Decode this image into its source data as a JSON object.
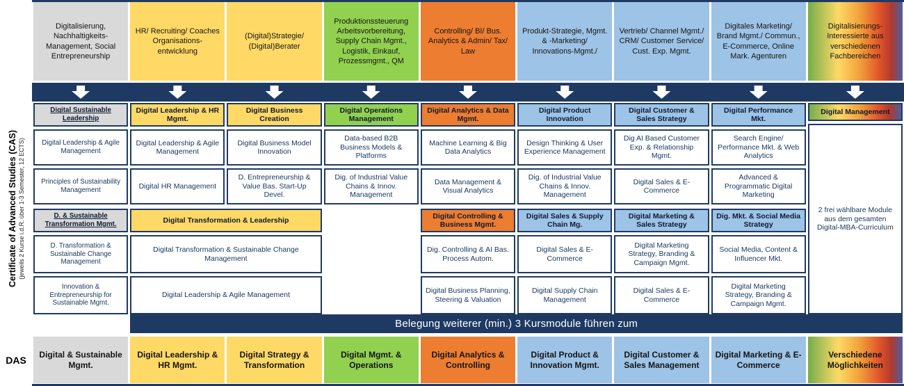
{
  "colors": {
    "navy": "#1e3a63",
    "gray": "#d9d9d9",
    "yellow": "#ffd966",
    "green": "#92d050",
    "orange": "#ed7d31",
    "blue": "#9dc3e6",
    "text": "#17365d",
    "rainbow": [
      "#76ad4b",
      "#ffd966 32%",
      "#f0a03a 55%",
      "#e2552a 75%",
      "#b03a2e 88%",
      "#4a5fa5"
    ]
  },
  "left": {
    "cas_title": "Certificate of Advanced Studies (CAS)",
    "cas_subtitle": "(jeweils 2 Kurse i.d.R. über 1-3 Semester, 12 ECTS)",
    "das_label": "DAS"
  },
  "headers": [
    {
      "label": "Digitalisierung, Nachhaltigkeits-Management, Social Entrepreneurship",
      "color": "gray"
    },
    {
      "label": "HR/ Recruiting/ Coaches Organisations-entwicklung",
      "color": "yellow"
    },
    {
      "label": "(Digital)Strategie/ (Digital)Berater",
      "color": "yellow"
    },
    {
      "label": "Produktionssteuerung Arbeitsvorbereitung, Supply Chain Mgmt., Logistik, Einkauf, Prozessmgmt., QM",
      "color": "green"
    },
    {
      "label": "Controlling/ BI/ Bus. Analytics & Admin/ Tax/ Law",
      "color": "orange"
    },
    {
      "label": "Produkt-Strategie, Mgmt. & -Marketing/ Innovations-Mgmt./",
      "color": "blue"
    },
    {
      "label": "Vertrieb/ Channel Mgmt./ CRM/ Customer Service/ Cust. Exp. Mgmt.",
      "color": "blue"
    },
    {
      "label": "Digitales Marketing/ Brand Mgmt./ Commun., E-Commerce, Online Mark. Agenturen",
      "color": "blue"
    },
    {
      "label": "Digitalisierungs-Interessierte aus verschiedenen Fachbereichen",
      "color": "rainbow"
    }
  ],
  "groups": [
    {
      "title": "Digital Sustainable Leadership",
      "courses": [
        "Digital Leadership & Agile Management",
        "Principles of Sustainability Management"
      ],
      "color": "gray"
    },
    {
      "title": "D. & Sustainable Transformation Mgmt.",
      "courses": [
        "D. Transformation & Sustainable Change Management",
        "Innovation & Entrepreneurship for Sustainable Mgmt."
      ],
      "color": "gray"
    },
    {
      "title": "Digital Leadership & HR Mgmt.",
      "courses": [
        "Digital Leadership & Agile Management",
        "Digital HR Management"
      ],
      "color": "yellow"
    },
    {
      "title": "Digital Business Creation",
      "courses": [
        "Digital Business Model Innovation",
        "D. Entrepreneurship & Value Bas. Start-Up Devel."
      ],
      "color": "yellow"
    },
    {
      "title": "Digital Transformation & Leadership",
      "courses": [
        "Digital Transformation & Sustainable Change Management",
        "Digital Leadership & Agile Management"
      ],
      "color": "yellow"
    },
    {
      "title": "Digital Operations Management",
      "courses": [
        "Data-based B2B Business Models & Platforms",
        "Dig. of Industrial Value Chains & Innov. Management"
      ],
      "color": "green"
    },
    {
      "title": "Digital Analytics & Data Mgmt.",
      "courses": [
        "Machine Learning & Big Data Analytics",
        "Data Management & Visual Analytics"
      ],
      "color": "orange"
    },
    {
      "title": "Digital Controlling & Business Mgmt.",
      "courses": [
        "Dig. Controlling & AI Bas. Process Autom.",
        "Digital Business Planning, Steering & Valuation"
      ],
      "color": "orange"
    },
    {
      "title": "Digital Product Innovation",
      "courses": [
        "Design Thinking & User Experience Management",
        "Dig. of Industrial Value Chains & Innov. Management"
      ],
      "color": "blue"
    },
    {
      "title": "Digital Sales & Supply Chain Mg.",
      "courses": [
        "Digital Sales & E-Commerce",
        "Digital Supply Chain Management"
      ],
      "color": "blue"
    },
    {
      "title": "Digital Customer & Sales Strategy",
      "courses": [
        "Dig AI Based Customer Exp. & Relationship Mgmt.",
        "Digital Sales & E-Commerce"
      ],
      "color": "blue"
    },
    {
      "title": "Digital Marketing & Sales Strategy",
      "courses": [
        "Digital Marketing Strategy, Branding & Campaign Mgmt.",
        "Digital Sales & E-Commerce"
      ],
      "color": "blue"
    },
    {
      "title": "Digital Performance Mkt.",
      "courses": [
        "Search Engine/ Performance Mkt. & Web Analytics",
        "Advanced & Programmatic Digital Marketing"
      ],
      "color": "blue"
    },
    {
      "title": "Dig. Mkt. & Social Media Strategy",
      "courses": [
        "Social Media, Content & Influencer Mkt.",
        "Digital Marketing Strategy, Branding & Campaign Mgmt."
      ],
      "color": "blue"
    },
    {
      "title": "Digital Management",
      "note": "2 frei wählbare Module aus dem gesamten Digital-MBA-Curriculum",
      "color": "rainbow"
    }
  ],
  "banner": {
    "text": "Belegung weiterer (min.) 3 Kursmodule führen zum"
  },
  "das": [
    {
      "label": "Digital & Sustainable Mgmt.",
      "color": "gray"
    },
    {
      "label": "Digital Leadership & HR Mgmt.",
      "color": "yellow"
    },
    {
      "label": "Digital Strategy & Transformation",
      "color": "yellow"
    },
    {
      "label": "Digital Mgmt. & Operations",
      "color": "green"
    },
    {
      "label": "Digital Analytics & Controlling",
      "color": "orange"
    },
    {
      "label": "Digital Product & Innovation Mgmt.",
      "color": "blue"
    },
    {
      "label": "Digital Customer & Sales Management",
      "color": "blue"
    },
    {
      "label": "Digital Marketing & E-Commerce",
      "color": "blue"
    },
    {
      "label": "Verschiedene Möglichkeiten",
      "color": "rainbow"
    }
  ]
}
